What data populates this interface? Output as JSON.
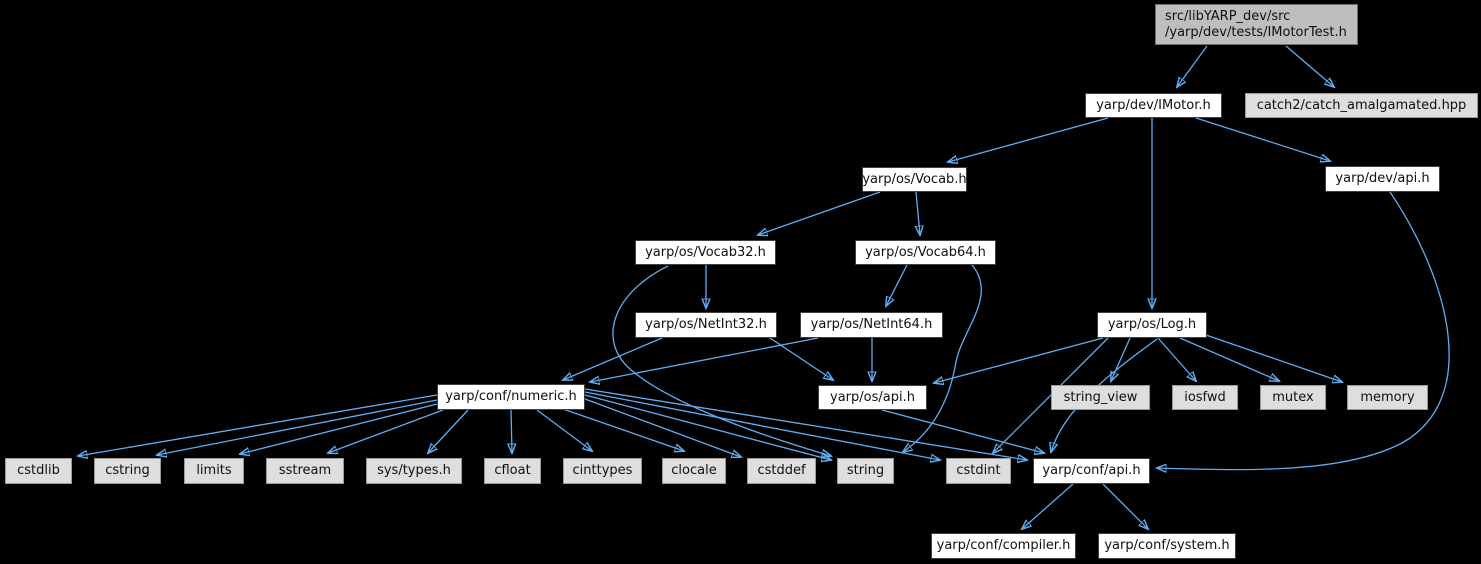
{
  "diagram": {
    "type": "doxygen-include-dependency-graph",
    "background_color": "#000000",
    "edge_color": "#5FAEF2",
    "nodes": {
      "root": {
        "label": "src/libYARP_dev/src\n/yarp/dev/tests/IMotorTest.h",
        "style": "current"
      },
      "imotor": {
        "label": "yarp/dev/IMotor.h",
        "style": "linked"
      },
      "catch2": {
        "label": "catch2/catch_amalgamated.hpp",
        "style": "leaf"
      },
      "vocab": {
        "label": "yarp/os/Vocab.h",
        "style": "linked"
      },
      "devapi": {
        "label": "yarp/dev/api.h",
        "style": "linked"
      },
      "vocab32": {
        "label": "yarp/os/Vocab32.h",
        "style": "linked"
      },
      "vocab64": {
        "label": "yarp/os/Vocab64.h",
        "style": "linked"
      },
      "netint32": {
        "label": "yarp/os/NetInt32.h",
        "style": "linked"
      },
      "netint64": {
        "label": "yarp/os/NetInt64.h",
        "style": "linked"
      },
      "log": {
        "label": "yarp/os/Log.h",
        "style": "linked"
      },
      "numeric": {
        "label": "yarp/conf/numeric.h",
        "style": "linked"
      },
      "osapi": {
        "label": "yarp/os/api.h",
        "style": "linked"
      },
      "string_view": {
        "label": "string_view",
        "style": "leaf"
      },
      "iosfwd": {
        "label": "iosfwd",
        "style": "leaf"
      },
      "mutex": {
        "label": "mutex",
        "style": "leaf"
      },
      "memory": {
        "label": "memory",
        "style": "leaf"
      },
      "cstdlib": {
        "label": "cstdlib",
        "style": "leaf"
      },
      "cstring": {
        "label": "cstring",
        "style": "leaf"
      },
      "limits": {
        "label": "limits",
        "style": "leaf"
      },
      "sstream": {
        "label": "sstream",
        "style": "leaf"
      },
      "systypes": {
        "label": "sys/types.h",
        "style": "leaf"
      },
      "cfloat": {
        "label": "cfloat",
        "style": "leaf"
      },
      "cinttypes": {
        "label": "cinttypes",
        "style": "leaf"
      },
      "clocale": {
        "label": "clocale",
        "style": "leaf"
      },
      "cstddef": {
        "label": "cstddef",
        "style": "leaf"
      },
      "string": {
        "label": "string",
        "style": "leaf"
      },
      "cstdint": {
        "label": "cstdint",
        "style": "leaf"
      },
      "confapi": {
        "label": "yarp/conf/api.h",
        "style": "linked"
      },
      "compiler": {
        "label": "yarp/conf/compiler.h",
        "style": "linked"
      },
      "system": {
        "label": "yarp/conf/system.h",
        "style": "linked"
      }
    },
    "edges": [
      {
        "from": "root",
        "to": "imotor"
      },
      {
        "from": "root",
        "to": "catch2"
      },
      {
        "from": "imotor",
        "to": "vocab"
      },
      {
        "from": "imotor",
        "to": "log"
      },
      {
        "from": "imotor",
        "to": "devapi"
      },
      {
        "from": "vocab",
        "to": "vocab32"
      },
      {
        "from": "vocab",
        "to": "vocab64"
      },
      {
        "from": "vocab32",
        "to": "netint32"
      },
      {
        "from": "vocab32",
        "to": "string"
      },
      {
        "from": "vocab64",
        "to": "netint64"
      },
      {
        "from": "vocab64",
        "to": "string"
      },
      {
        "from": "netint32",
        "to": "numeric"
      },
      {
        "from": "netint32",
        "to": "osapi"
      },
      {
        "from": "netint64",
        "to": "numeric"
      },
      {
        "from": "netint64",
        "to": "osapi"
      },
      {
        "from": "log",
        "to": "osapi"
      },
      {
        "from": "log",
        "to": "string_view"
      },
      {
        "from": "log",
        "to": "iosfwd"
      },
      {
        "from": "log",
        "to": "mutex"
      },
      {
        "from": "log",
        "to": "memory"
      },
      {
        "from": "log",
        "to": "cstdint"
      },
      {
        "from": "log",
        "to": "confapi"
      },
      {
        "from": "numeric",
        "to": "cstdlib"
      },
      {
        "from": "numeric",
        "to": "cstring"
      },
      {
        "from": "numeric",
        "to": "limits"
      },
      {
        "from": "numeric",
        "to": "sstream"
      },
      {
        "from": "numeric",
        "to": "systypes"
      },
      {
        "from": "numeric",
        "to": "cfloat"
      },
      {
        "from": "numeric",
        "to": "cinttypes"
      },
      {
        "from": "numeric",
        "to": "clocale"
      },
      {
        "from": "numeric",
        "to": "cstddef"
      },
      {
        "from": "numeric",
        "to": "string"
      },
      {
        "from": "numeric",
        "to": "cstdint"
      },
      {
        "from": "numeric",
        "to": "confapi"
      },
      {
        "from": "osapi",
        "to": "confapi"
      },
      {
        "from": "devapi",
        "to": "confapi"
      },
      {
        "from": "confapi",
        "to": "compiler"
      },
      {
        "from": "confapi",
        "to": "system"
      }
    ]
  }
}
